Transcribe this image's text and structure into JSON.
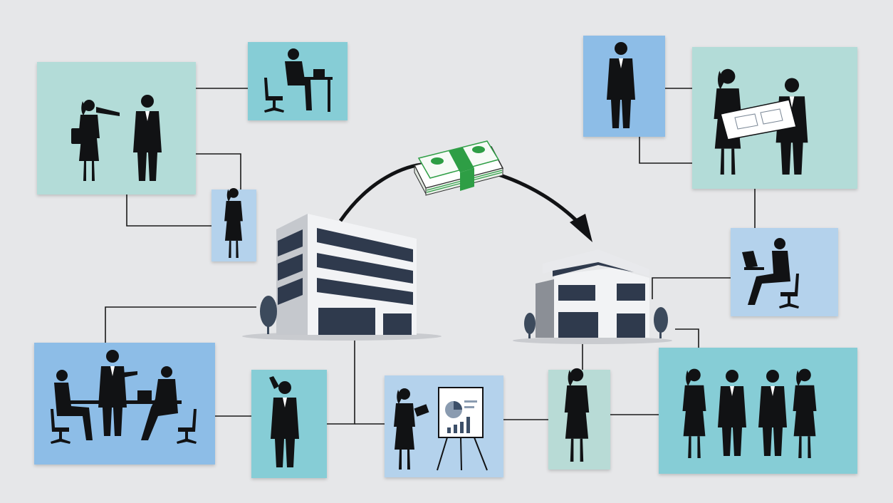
{
  "colors": {
    "background": "#e6e7e9",
    "teal_light": "#b3dcd8",
    "teal": "#86cdd6",
    "blue": "#8dbde7",
    "blue_light": "#b4d2ec",
    "mint": "#b8dbd6",
    "silhouette": "#111214",
    "connector": "#1a1a1a",
    "money_green": "#2e9e45",
    "building_glass": "#2f3a4d"
  },
  "nodes": [
    {
      "id": "handshake-panel",
      "icon": "handshake-icon"
    },
    {
      "id": "desk-worker-panel",
      "icon": "desk-worker-icon"
    },
    {
      "id": "standing-woman-panel",
      "icon": "businesswoman-icon"
    },
    {
      "id": "meeting-table-panel",
      "icon": "meeting-icon"
    },
    {
      "id": "phone-call-panel",
      "icon": "phone-call-icon"
    },
    {
      "id": "presentation-panel",
      "icon": "presentation-icon"
    },
    {
      "id": "thinking-woman-panel",
      "icon": "businesswoman-icon"
    },
    {
      "id": "group-panel",
      "icon": "team-icon"
    },
    {
      "id": "standing-man-panel",
      "icon": "businessman-icon"
    },
    {
      "id": "blueprint-panel",
      "icon": "blueprint-icon"
    },
    {
      "id": "laptop-worker-panel",
      "icon": "laptop-worker-icon"
    }
  ],
  "central": {
    "source": "office-building-large-icon",
    "target": "office-building-small-icon",
    "transfer": "money-stack-icon",
    "flow": "arrow-curve-icon"
  }
}
